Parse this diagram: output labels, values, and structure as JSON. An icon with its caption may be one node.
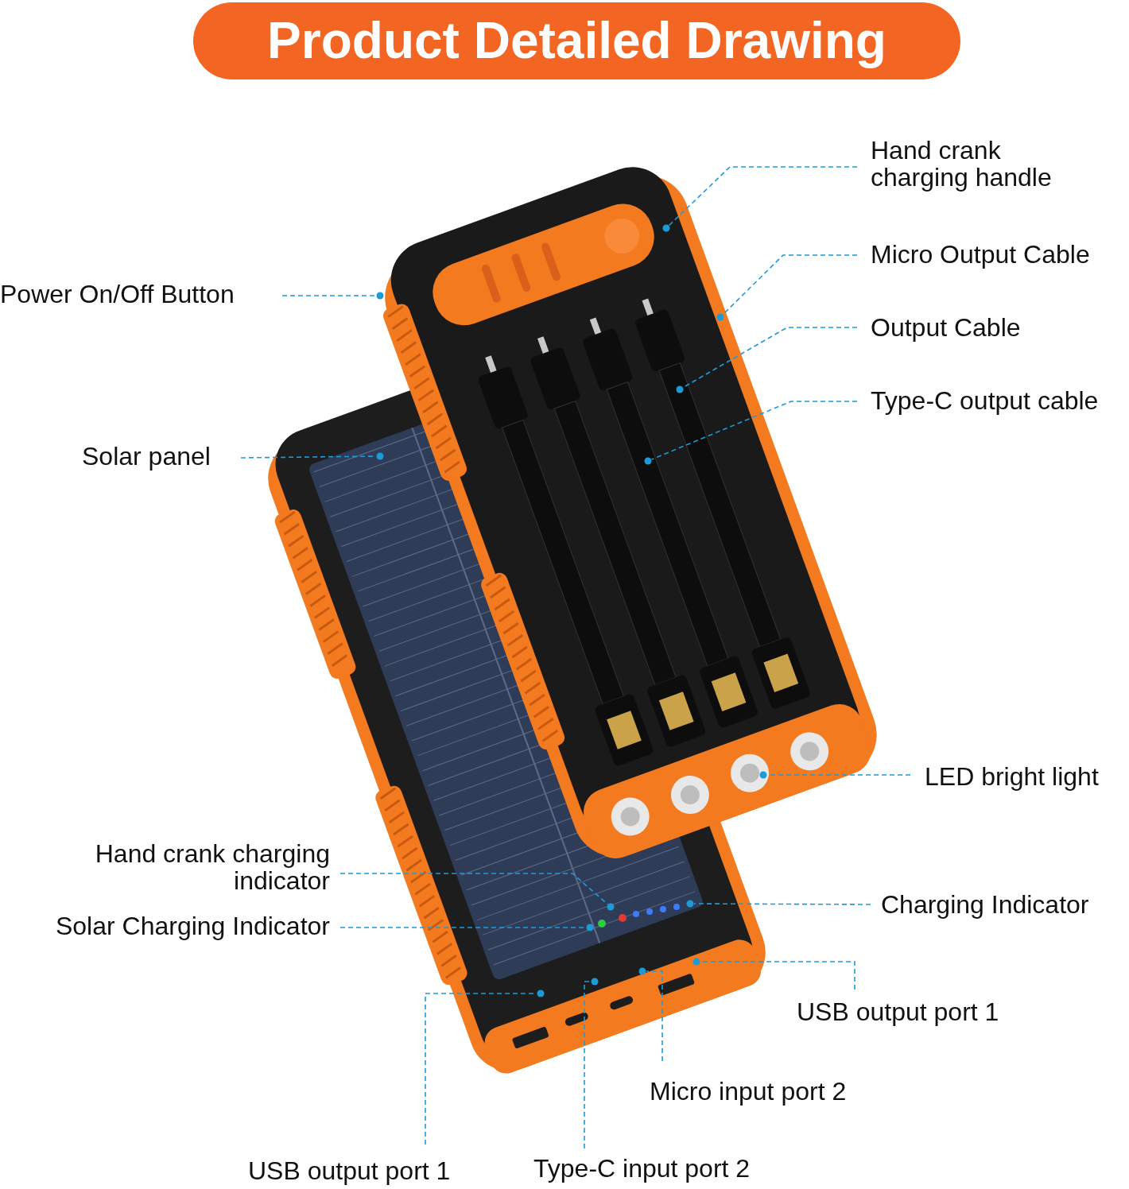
{
  "diagram": {
    "title": "Product Detailed Drawing",
    "nodes": [
      {
        "text": [
          "Hand crank charging handle"
        ]
      },
      {
        "text": [],
        "shape": "circle"
      },
      {
        "text": [
          "Micro Output Cable"
        ]
      },
      {
        "text": [],
        "shape": "circle"
      },
      {
        "text": [
          "Output Cable"
        ]
      },
      {
        "text": [],
        "shape": "circle"
      },
      {
        "text": [
          "Type-C output cable"
        ]
      },
      {
        "text": [],
        "shape": "circle"
      },
      {
        "text": [
          "Power On/Off Button"
        ]
      },
      {
        "text": [],
        "shape": "circle"
      },
      {
        "text": [
          "Solar panel"
        ]
      },
      {
        "text": [],
        "shape": "circle"
      },
      {
        "text": [
          "LED bright light"
        ]
      },
      {
        "text": [],
        "shape": "circle"
      },
      {
        "text": [
          "Hand crank charging indicator"
        ]
      },
      {
        "text": [],
        "shape": "circle"
      },
      {
        "text": [
          "Solar Charging Indicator"
        ]
      },
      {
        "text": [],
        "shape": "circle"
      },
      {
        "text": [
          "Charging Indicator"
        ]
      },
      {
        "text": [],
        "shape": "circle"
      },
      {
        "text": [
          "USB output port 1"
        ]
      },
      {
        "text": [],
        "shape": "circle"
      },
      {
        "text": [
          "Micro input port 2"
        ]
      },
      {
        "text": [],
        "shape": "circle"
      },
      {
        "text": [
          "USB output port 1"
        ]
      },
      {
        "text": [],
        "shape": "circle"
      },
      {
        "text": [
          "Type-C input port 2"
        ]
      },
      {
        "text": [],
        "shape": "circle"
      }
    ],
    "edges": [
      {
        "from": 0,
        "to": 1,
        "arrow": "none",
        "style": "dashed"
      },
      {
        "from": 2,
        "to": 3,
        "arrow": "none",
        "style": "dashed"
      },
      {
        "from": 4,
        "to": 5,
        "arrow": "none",
        "style": "dashed"
      },
      {
        "from": 6,
        "to": 7,
        "arrow": "none",
        "style": "dashed"
      },
      {
        "from": 8,
        "to": 9,
        "arrow": "none",
        "style": "dashed"
      },
      {
        "from": 10,
        "to": 11,
        "arrow": "none",
        "style": "dashed"
      },
      {
        "from": 12,
        "to": 13,
        "arrow": "none",
        "style": "dashed"
      },
      {
        "from": 14,
        "to": 15,
        "arrow": "none",
        "style": "dashed"
      },
      {
        "from": 16,
        "to": 17,
        "arrow": "none",
        "style": "dashed"
      },
      {
        "from": 18,
        "to": 19,
        "arrow": "none",
        "style": "dashed"
      },
      {
        "from": 20,
        "to": 21,
        "arrow": "none",
        "style": "dashed"
      },
      {
        "from": 22,
        "to": 23,
        "arrow": "none",
        "style": "dashed"
      },
      {
        "from": 24,
        "to": 25,
        "arrow": "none",
        "style": "dashed"
      },
      {
        "from": 26,
        "to": 27,
        "arrow": "none",
        "style": "dashed"
      }
    ]
  }
}
